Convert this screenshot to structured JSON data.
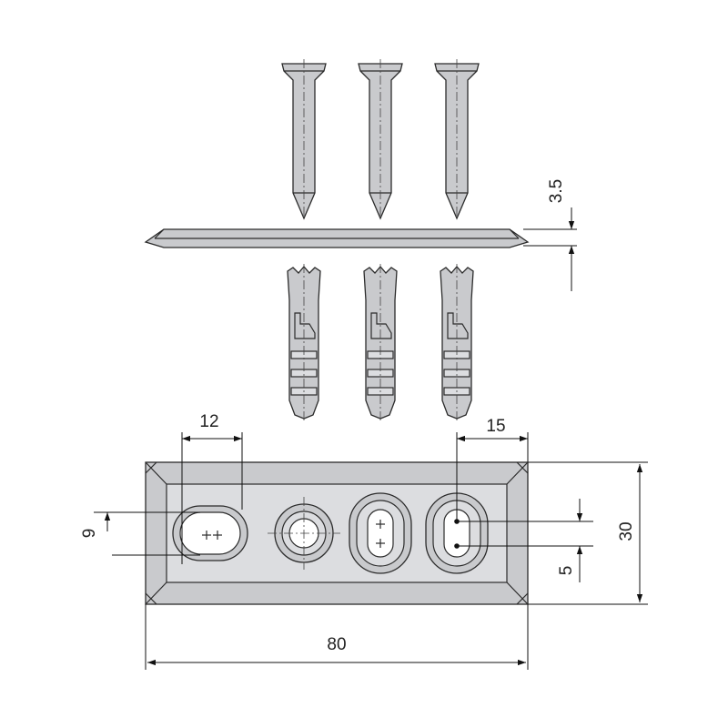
{
  "dimensions": {
    "plate_thickness": "3.5",
    "slot_width": "12",
    "slot_spacing": "15",
    "vertical_offset": "9",
    "slot_travel": "5",
    "plate_height": "30",
    "plate_length": "80"
  },
  "colors": {
    "part_fill": "#c9cacd",
    "line": "#2b2b2b",
    "background": "#ffffff"
  }
}
